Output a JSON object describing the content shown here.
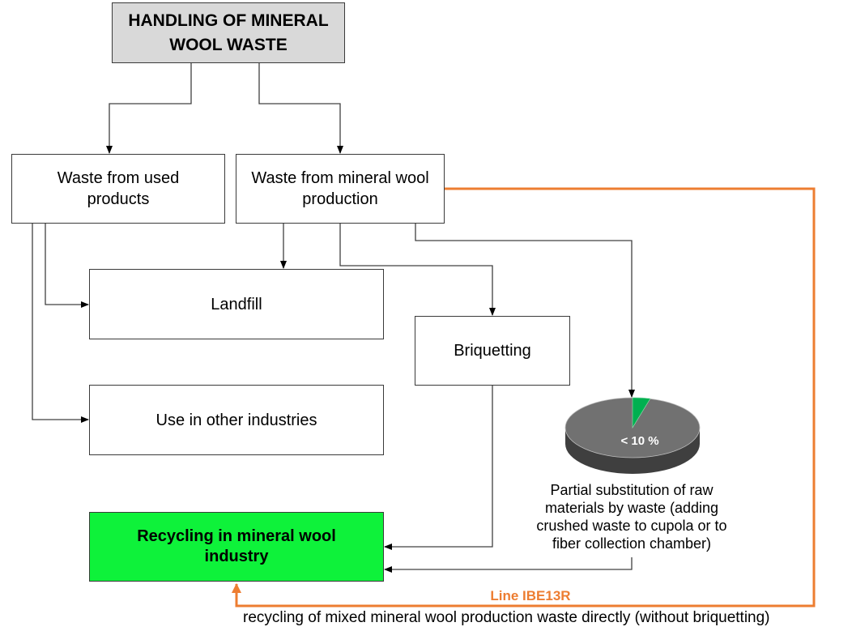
{
  "title": "HANDLING OF MINERAL WOOL WASTE",
  "nodes": {
    "root": "HANDLING OF MINERAL WOOL WASTE",
    "used_products": "Waste from used products",
    "production": "Waste from mineral wool production",
    "landfill": "Landfill",
    "other_industries": "Use in other industries",
    "briquetting": "Briquetting",
    "recycling": "Recycling in mineral wool industry"
  },
  "pie": {
    "label": "< 10 %",
    "share_percent": 10,
    "caption": "Partial substitution of raw materials by waste (adding crushed waste to cupola or to fiber collection chamber)",
    "slice_color": "#00b050",
    "body_color": "#707070"
  },
  "orange_line": {
    "label": "Line IBE13R",
    "caption": "recycling of mixed mineral wool production waste directly (without briquetting)",
    "color": "#ed7d31"
  },
  "colors": {
    "root_fill": "#d9d9d9",
    "recycling_fill": "#0ef23a"
  }
}
